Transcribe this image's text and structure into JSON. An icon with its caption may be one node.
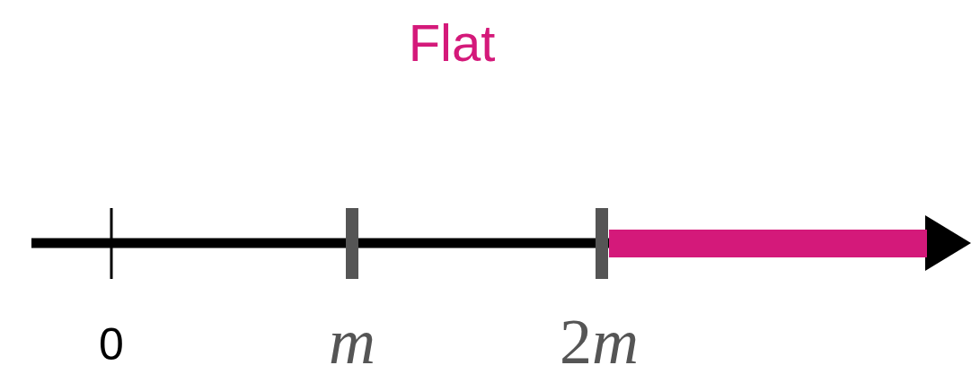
{
  "diagram": {
    "labels": [
      "Flat",
      "0",
      "m",
      "2m"
    ]
  }
}
